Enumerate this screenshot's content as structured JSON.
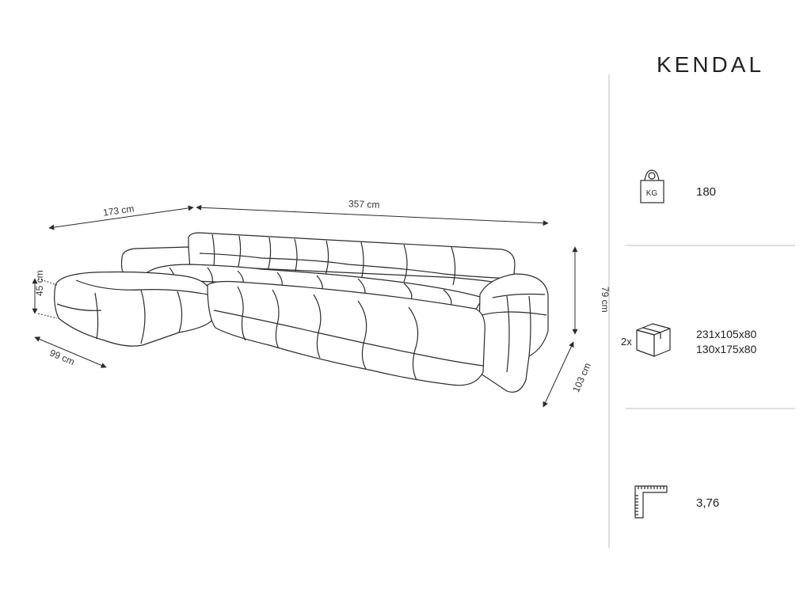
{
  "product": {
    "name": "KENDAL"
  },
  "dimensions": {
    "chaise_length": "173 cm",
    "total_length": "357 cm",
    "seat_height": "45 cm",
    "chaise_width": "99 cm",
    "back_height": "79 cm",
    "depth": "103 cm"
  },
  "specs": {
    "weight": {
      "icon": "kg-weight-icon",
      "icon_label": "KG",
      "value": "180"
    },
    "packages": {
      "icon": "box-package-icon",
      "count": "2x",
      "sizes": [
        "231x105x80",
        "130x175x80"
      ]
    },
    "volume": {
      "icon": "ruler-square-icon",
      "value": "3,76"
    }
  },
  "colors": {
    "line": "#2b2b2b",
    "divider": "#bdbdbd",
    "text": "#222222"
  }
}
